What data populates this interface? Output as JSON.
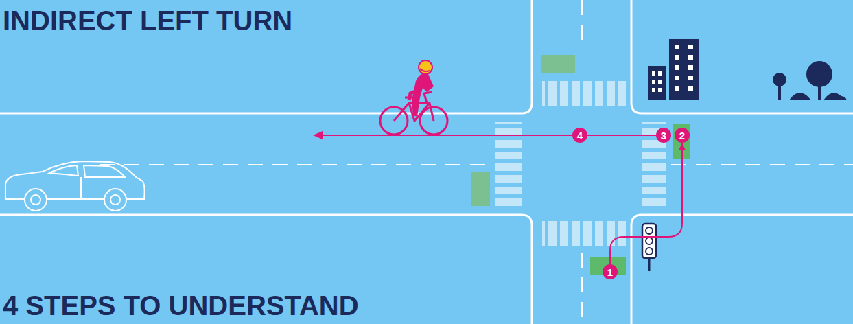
{
  "diagram": {
    "title": "INDIRECT LEFT TURN",
    "caption": "4 STEPS TO UNDERSTAND",
    "nodes": [
      {
        "text": [
          "1"
        ]
      },
      {
        "text": [
          "2"
        ]
      },
      {
        "text": [
          "3"
        ]
      },
      {
        "text": [
          "4"
        ]
      }
    ],
    "edges": [
      {
        "from": 0,
        "to": 1,
        "arrow": "to"
      },
      {
        "from": 2,
        "to": 3,
        "arrow": "none"
      }
    ]
  }
}
